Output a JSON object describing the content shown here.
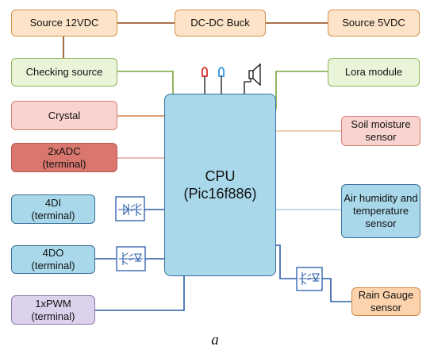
{
  "blocks": {
    "source_12v": "Source 12VDC",
    "buck": "DC-DC Buck",
    "source_5v": "Source 5VDC",
    "checking": "Checking source",
    "lora": "Lora module",
    "crystal": "Crystal",
    "soil": "Soil moisture\nsensor",
    "adc": "2xADC\n(terminal)",
    "di": "4DI\n(terminal)",
    "do": "4DO\n(terminal)",
    "pwm": "1xPWM\n(terminal)",
    "air": "Air humidity and\ntemperature\nsensor",
    "rain": "Rain Gauge\nsensor",
    "cpu": "CPU\n(Pic16f886)"
  },
  "caption": "a",
  "colors": {
    "source_fill": "#fde3c8",
    "source_border": "#d8924a",
    "green_fill": "#eaf4d8",
    "green_border": "#8cb55a",
    "pink_fill": "#f9d3cf",
    "pink_border": "#d87f75",
    "red_fill": "#d9776e",
    "red_border": "#b85a52",
    "blue_fill": "#a9d8ea",
    "blue_border": "#3b6f9a",
    "purple_fill": "#ddd2ec",
    "purple_border": "#8c7ab0",
    "rain_fill": "#fcd3ac",
    "rain_border": "#d08a48",
    "wire_brown": "#8b4513",
    "wire_green": "#7aa53a",
    "wire_orange": "#d7824a",
    "wire_pink": "#e8a39a",
    "wire_blue": "#2a5caa",
    "wire_lightblue": "#9ec9e0"
  },
  "icons": [
    "red-led-icon",
    "blue-led-icon",
    "speaker-icon",
    "optocoupler-icon"
  ]
}
